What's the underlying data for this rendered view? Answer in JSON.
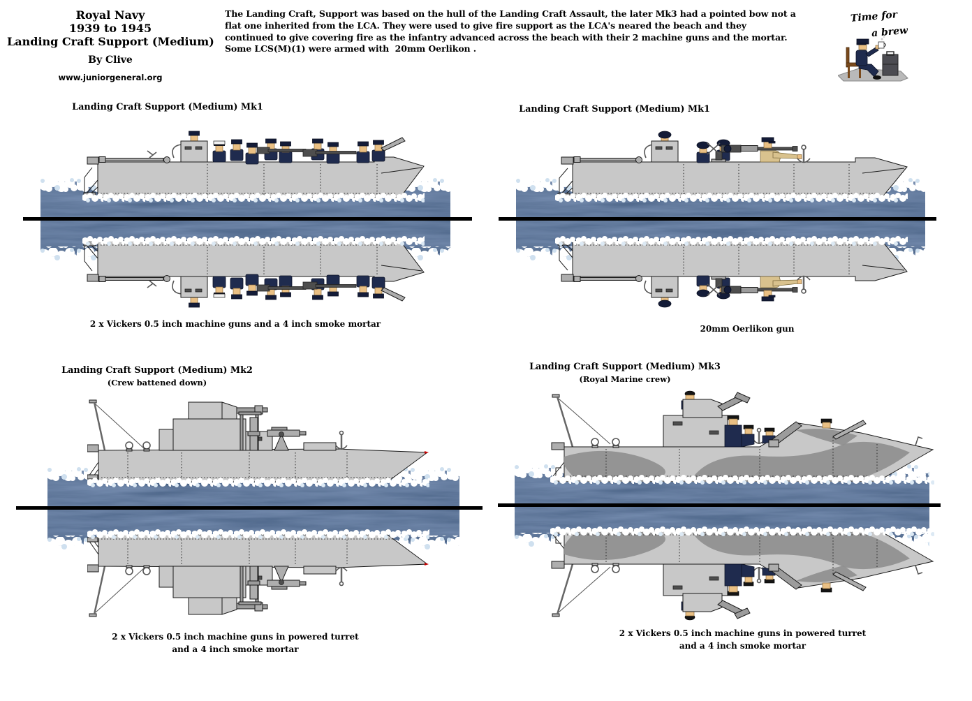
{
  "header": {
    "title_lines": [
      "Royal Navy",
      "1939 to 1945",
      "Landing Craft Support (Medium)"
    ],
    "byline": "By Clive",
    "website": "www.juniorgeneral.org",
    "description_lines": [
      "The Landing Craft, Support was based on the hull of the Landing Craft Assault, the later Mk3 had a pointed bow not a",
      "flat one inherited from the LCA. They were used to give fire support as the LCA's neared the beach and they",
      "continued to give covering fire as the infantry advanced across the beach with their 2 machine guns and the mortar.",
      "Some LCS(M)(1) were armed with  20mm Oerlikon ."
    ],
    "brew_note_line1": "Time for",
    "brew_note_line2": "a brew"
  },
  "sections": [
    {
      "title": "Landing Craft Support (Medium) Mk1",
      "subtitle": "",
      "caption_lines": [
        "2 x Vickers 0.5 inch machine guns and a 4 inch smoke mortar"
      ]
    },
    {
      "title": "Landing Craft Support (Medium) Mk1",
      "subtitle": "",
      "caption_lines": [
        "20mm Oerlikon gun"
      ]
    },
    {
      "title": "Landing Craft Support (Medium) Mk2",
      "subtitle": "(Crew battened down)",
      "caption_lines": [
        "2 x Vickers 0.5 inch machine guns in powered turret",
        "and a 4 inch smoke mortar"
      ]
    },
    {
      "title": "Landing Craft Support (Medium) Mk3",
      "subtitle": "(Royal Marine crew)",
      "caption_lines": [
        "2 x Vickers 0.5 inch machine guns in powered turret",
        "and a 4 inch smoke mortar"
      ]
    }
  ],
  "colors": {
    "water": "#1d3a5e",
    "hull_gray": "#c8c8c8",
    "camo_gray": "#8f8f8f",
    "uniform_navy": "#1f2b4e",
    "khaki": "#d9c28e",
    "foam_white": "#ffffff",
    "fold_line": "#000000"
  }
}
